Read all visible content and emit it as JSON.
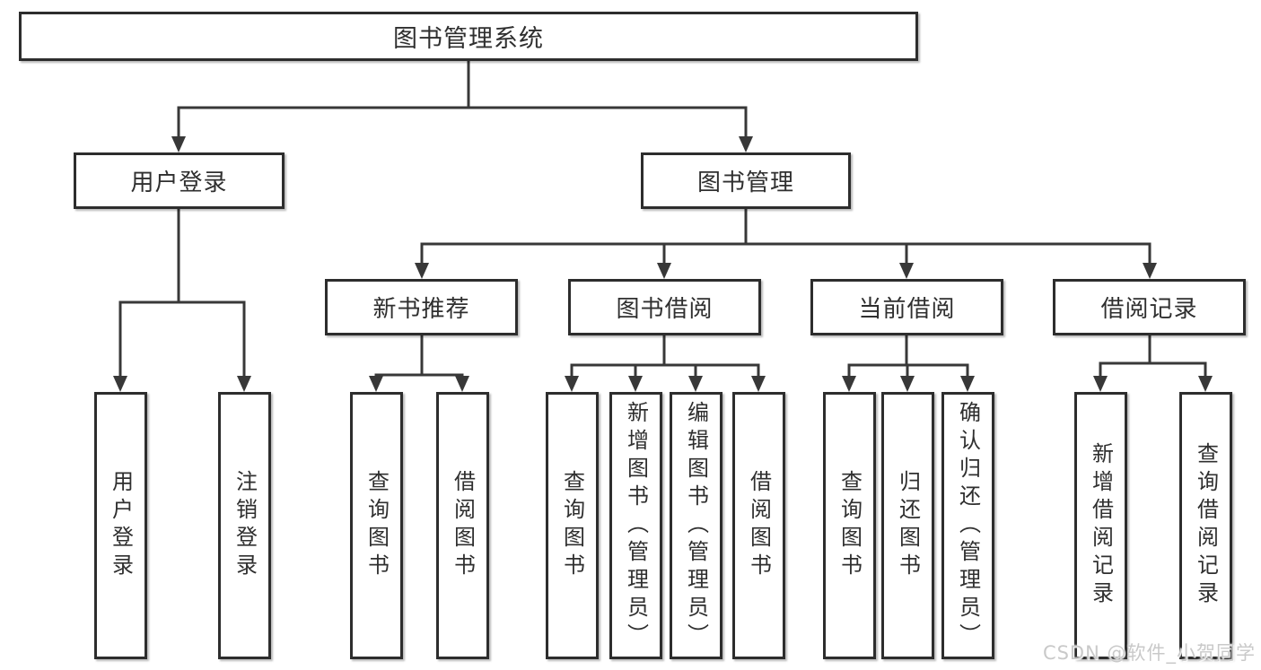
{
  "colors": {
    "background": "#ffffff",
    "line": "#383838",
    "box_border": "#2d2d2d",
    "text": "#2f2f2f",
    "watermark": "#c9c9c9"
  },
  "diagram": {
    "title": "图书管理系统",
    "branches": [
      {
        "label": "用户登录",
        "children": [
          {
            "label": "用户登录"
          },
          {
            "label": "注销登录"
          }
        ]
      },
      {
        "label": "图书管理",
        "children": [
          {
            "label": "新书推荐",
            "children": [
              {
                "label": "查询图书"
              },
              {
                "label": "借阅图书"
              }
            ]
          },
          {
            "label": "图书借阅",
            "children": [
              {
                "label": "查询图书"
              },
              {
                "label": "新增图书（管理员）"
              },
              {
                "label": "编辑图书（管理员）"
              },
              {
                "label": "借阅图书"
              }
            ]
          },
          {
            "label": "当前借阅",
            "children": [
              {
                "label": "查询图书"
              },
              {
                "label": "归还图书"
              },
              {
                "label": "确认归还（管理员）"
              }
            ]
          },
          {
            "label": "借阅记录",
            "children": [
              {
                "label": "新增借阅记录"
              },
              {
                "label": "查询借阅记录"
              }
            ]
          }
        ]
      }
    ]
  },
  "watermark": "CSDN @软件_小贺同学"
}
